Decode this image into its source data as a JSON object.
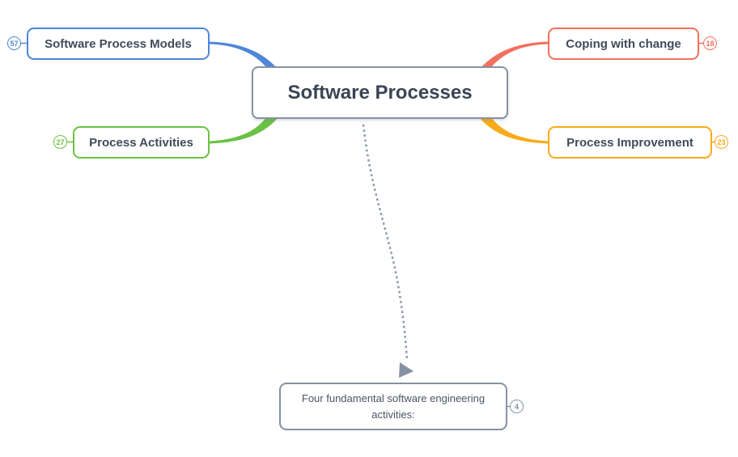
{
  "map": {
    "root": {
      "label": "Software Processes"
    },
    "branches": [
      {
        "id": "software-process-models",
        "label": "Software Process Models",
        "badge": "57",
        "color": "#4e86d8",
        "side": "top-left"
      },
      {
        "id": "process-activities",
        "label": "Process Activities",
        "badge": "27",
        "color": "#6bc143",
        "side": "bottom-left"
      },
      {
        "id": "coping-with-change",
        "label": "Coping with change",
        "badge": "18",
        "color": "#f3705e",
        "side": "top-right"
      },
      {
        "id": "process-improvement",
        "label": "Process Improvement",
        "badge": "23",
        "color": "#f8ab18",
        "side": "bottom-right"
      }
    ],
    "detached": {
      "id": "four-fundamental-activities",
      "label": "Four fundamental software engineering activities:",
      "badge": "4",
      "color": "#8592a3"
    }
  },
  "colors": {
    "root_border": "#8592a3",
    "text": "#404b5c",
    "dotted_link": "#8592a3",
    "background": "#ffffff"
  },
  "icons": {
    "arrowhead": "triangle pointing toward detached node"
  }
}
